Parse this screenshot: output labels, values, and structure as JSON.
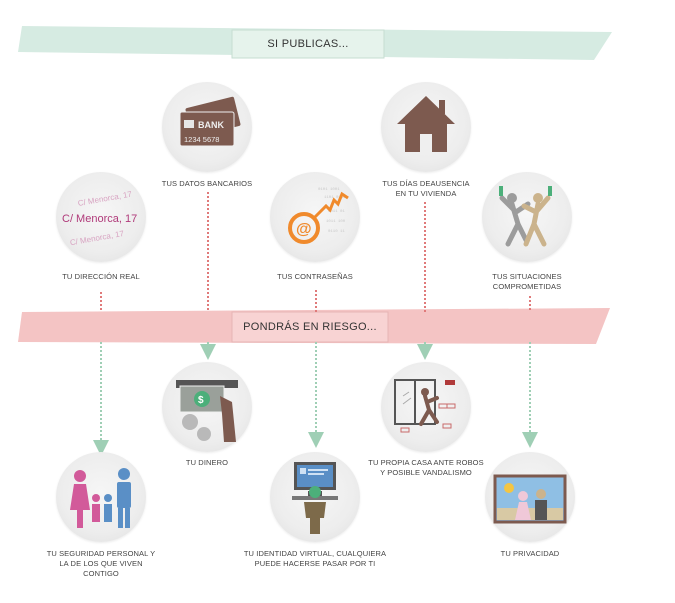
{
  "header": {
    "title": "SI PUBLICAS..."
  },
  "middle": {
    "title": "PONDRÁS EN RIESGO..."
  },
  "sources": {
    "direccion": {
      "label": "TU DIRECCIÓN REAL",
      "addr_main": "C/ Menorca, 17",
      "addr_ghost1": "C/ Menorca, 17",
      "addr_ghost2": "C/ Menorca, 17"
    },
    "bancarios": {
      "label": "TUS DATOS BANCARIOS",
      "card_word": "BANK",
      "card_number": "1234  5678"
    },
    "contrasenas": {
      "label": "TUS CONTRASEÑAS"
    },
    "ausencia": {
      "line1": "TUS DÍAS DEAUSENCIA",
      "line2": "EN TU VIVIENDA"
    },
    "situaciones": {
      "line1": "TUS SITUACIONES",
      "line2": "COMPROMETIDAS"
    }
  },
  "risks": {
    "dinero": {
      "label": "TU DINERO"
    },
    "robos": {
      "line1": "TU PROPIA CASA ANTE ROBOS",
      "line2": "Y POSIBLE VANDALISMO"
    },
    "seguridad": {
      "line1": "TU SEGURIDAD PERSONAL Y",
      "line2": "LA DE LOS QUE VIVEN",
      "line3": "CONTIGO"
    },
    "identidad": {
      "line1": "TU IDENTIDAD VIRTUAL, CUALQUIERA",
      "line2": "PUEDE HACERSE PASAR POR TI"
    },
    "privacidad": {
      "label": "TU PRIVACIDAD"
    }
  },
  "colors": {
    "green_band": "#d6ebe2",
    "pink_band": "#f4c4c4",
    "green_arrow": "#9fcfb5",
    "pink_arrow": "#e07a7a",
    "brown": "#7d5a4f",
    "magenta": "#b03a7a",
    "orange": "#f08a2c",
    "blue_person": "#5a8fc6",
    "pink_person": "#d25a9a"
  }
}
